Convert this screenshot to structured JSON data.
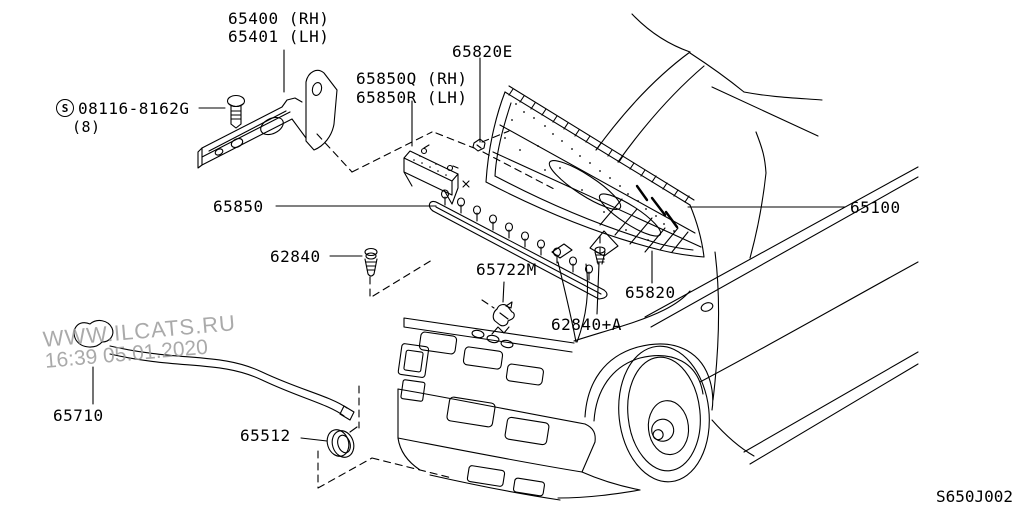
{
  "diagram": {
    "code": "S650J002",
    "colors": {
      "line": "#000000",
      "watermark": "#9c9c9c",
      "background": "#ffffff"
    }
  },
  "watermark": {
    "site": "WWW.ILCATS.RU",
    "timestamp": "16:39 05.01.2020"
  },
  "labels": {
    "hinge_bracket_rh": "65400 (RH)",
    "hinge_bracket_lh": "65401 (LH)",
    "hinge_bolt_symbol": "S",
    "hinge_bolt_part": "08116-8162G",
    "hinge_bolt_qty": "(8)",
    "seal_clip": "65820E",
    "seal_side_rh": "65850Q (RH)",
    "seal_side_lh": "65850R (LH)",
    "seal_front": "65850",
    "clip_front": "62840",
    "clip_center": "65722M",
    "hood_panel": "65100",
    "insulator": "65820",
    "clip_plus_a": "62840+A",
    "release_cable": "65710",
    "grommet": "65512"
  }
}
